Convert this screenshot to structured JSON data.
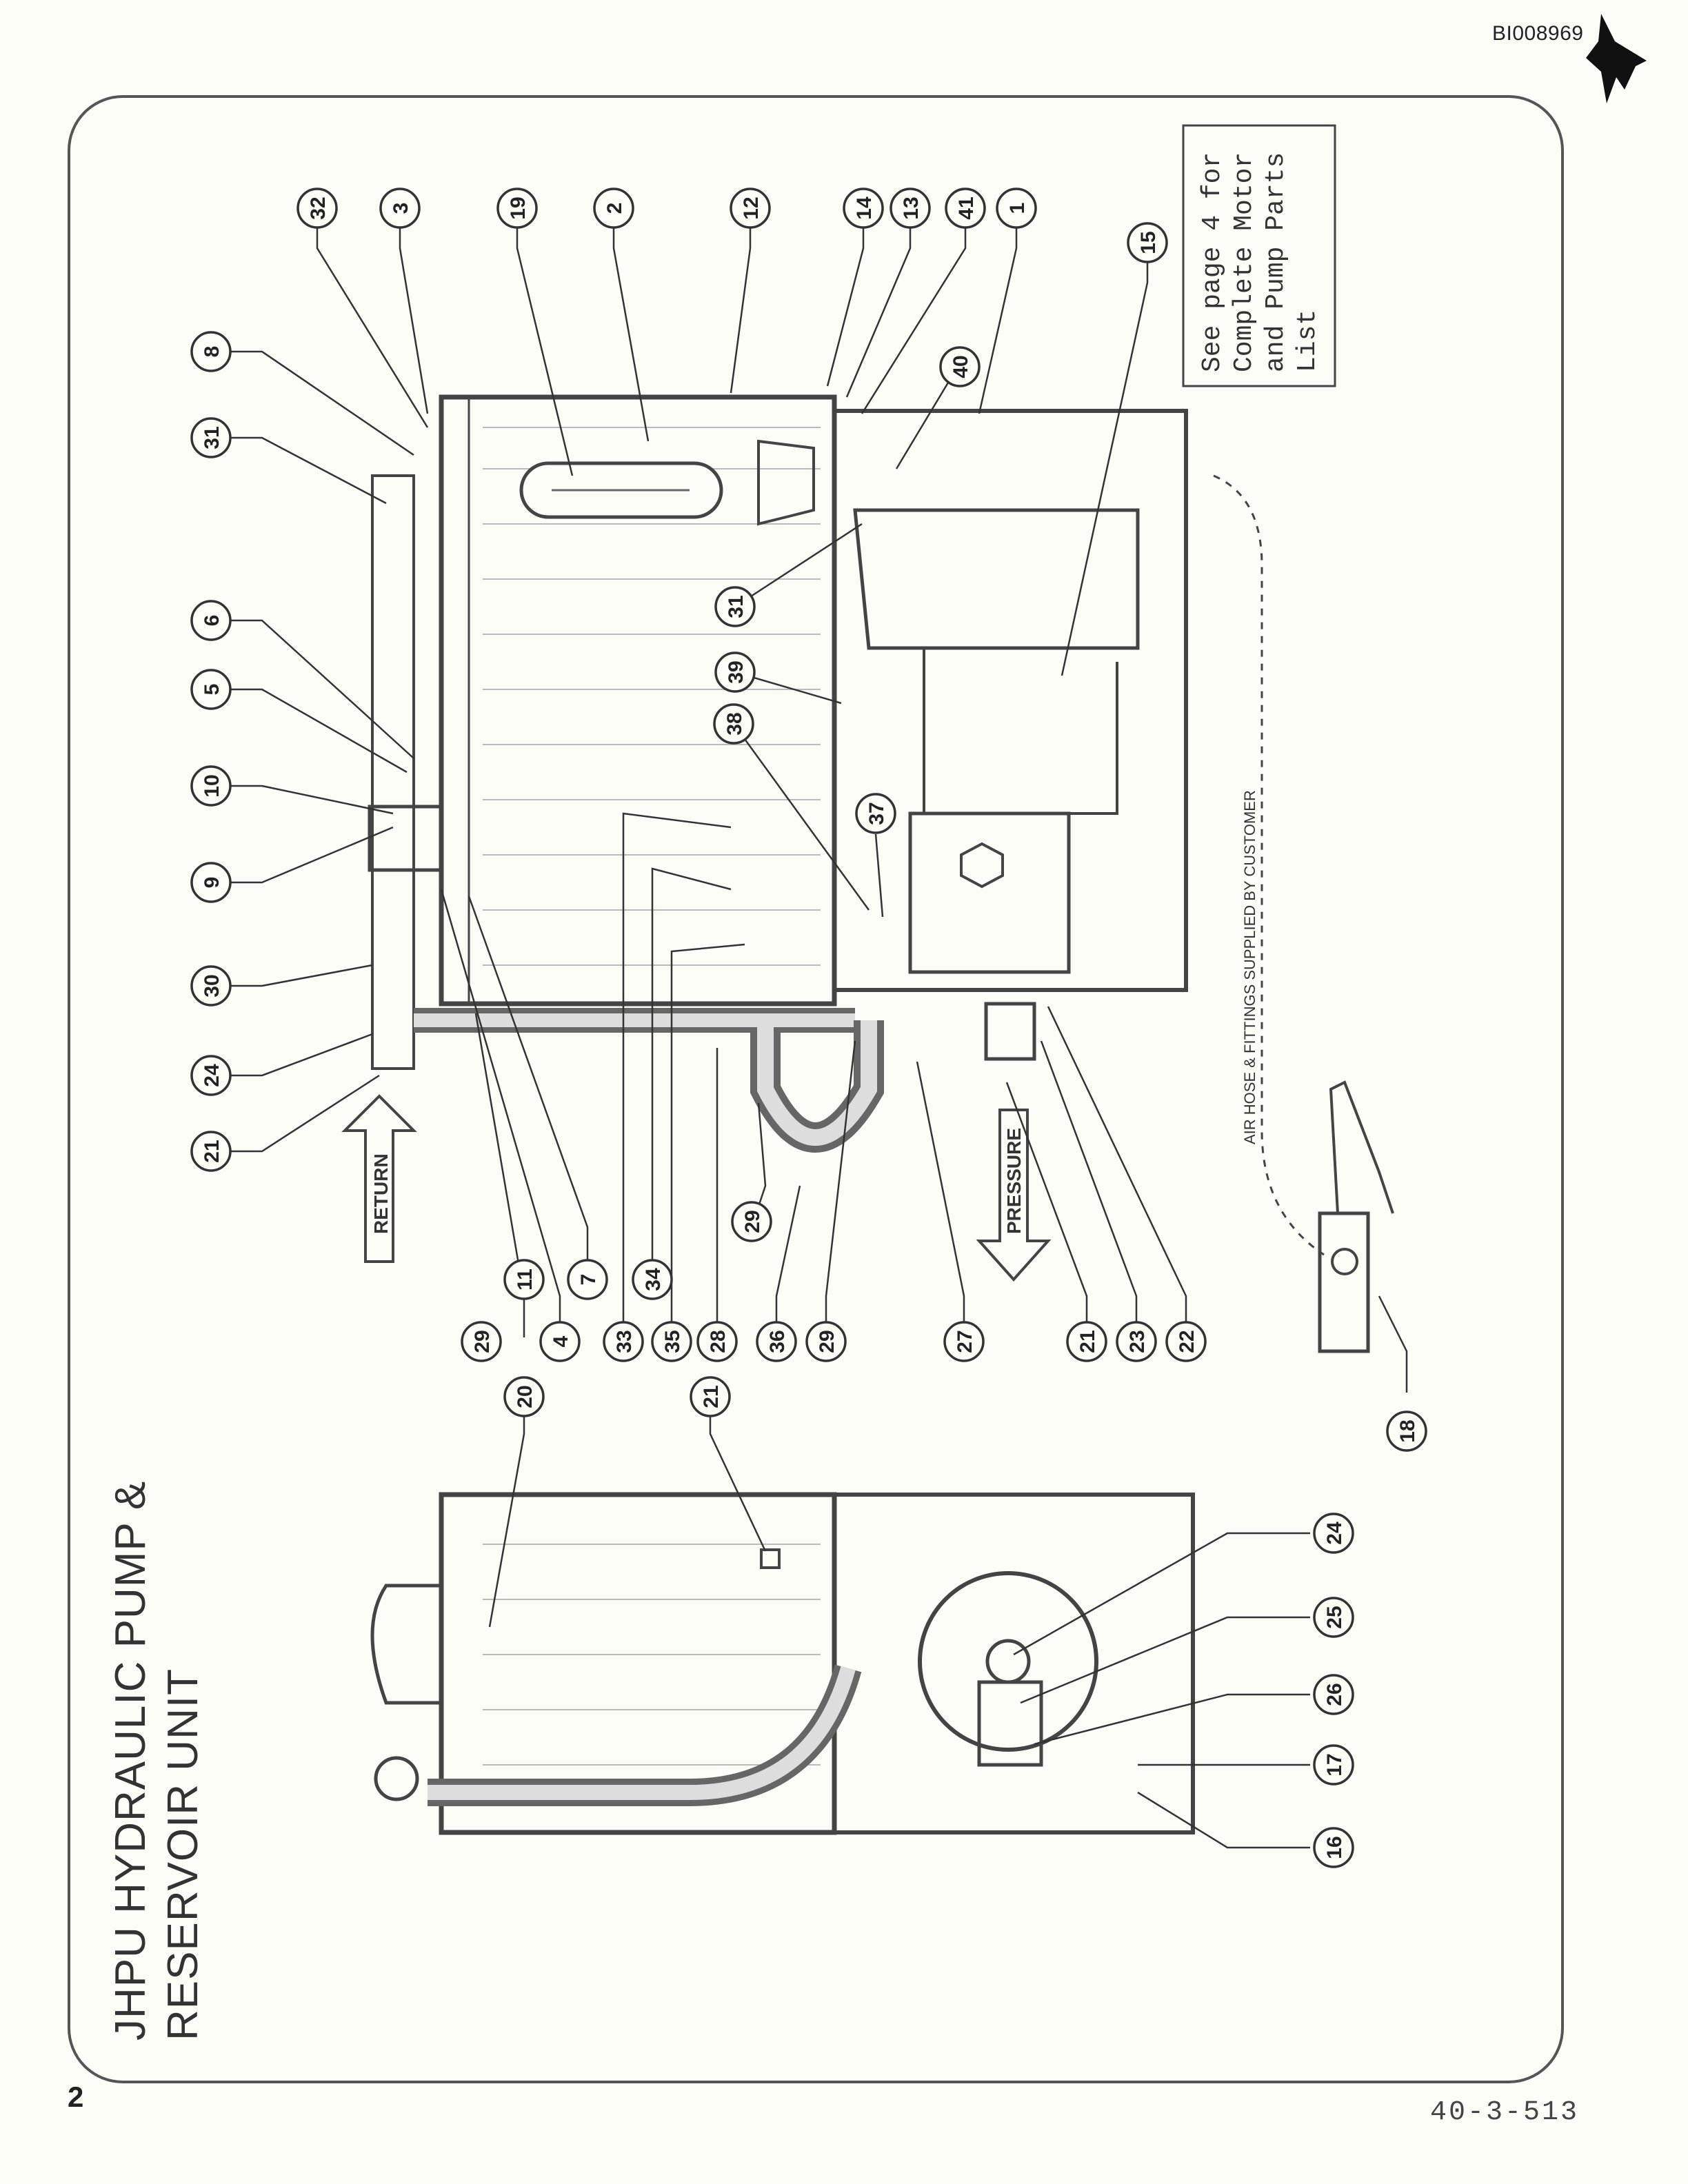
{
  "doc_id": "BI008969",
  "page_number": "2",
  "doc_number": "40-3-513",
  "title_line1": "JHPU HYDRAULIC PUMP &",
  "title_line2": "RESERVOIR UNIT",
  "note_lines": [
    "See page 4 for",
    "Complete Motor",
    "and Pump Parts",
    "List"
  ],
  "labels": {
    "return": "RETURN",
    "pressure": "PRESSURE",
    "air_hose": "AIR HOSE & FITTINGS SUPPLIED BY CUSTOMER"
  },
  "colors": {
    "ink": "#333333",
    "paper": "#fdfdf8",
    "rule": "#555555"
  }
}
